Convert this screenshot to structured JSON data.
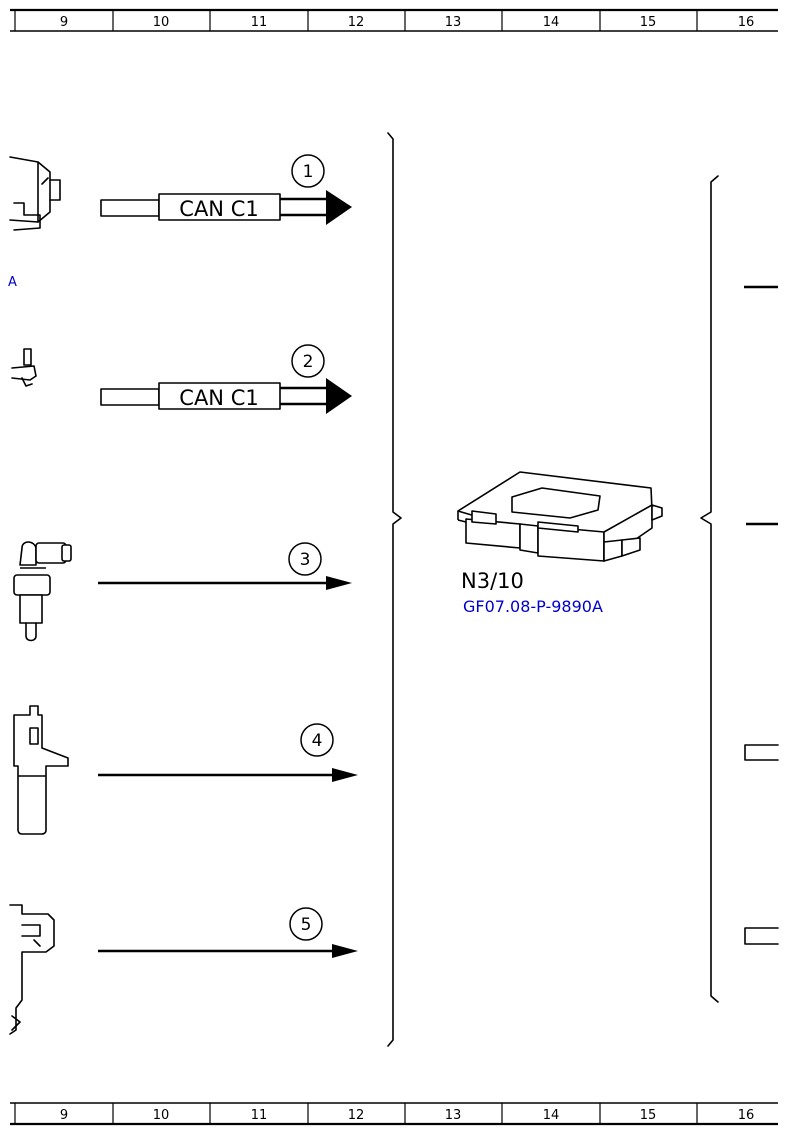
{
  "ruler": {
    "columns": [
      "9",
      "10",
      "11",
      "12",
      "13",
      "14",
      "15",
      "16"
    ]
  },
  "signals": [
    {
      "number": "1",
      "label": "CAN C1",
      "kind": "bus"
    },
    {
      "number": "2",
      "label": "CAN C1",
      "kind": "bus"
    },
    {
      "number": "3",
      "label": "",
      "kind": "line"
    },
    {
      "number": "4",
      "label": "",
      "kind": "line"
    },
    {
      "number": "5",
      "label": "",
      "kind": "line"
    }
  ],
  "module": {
    "designation": "N3/10",
    "reference": "GF07.08-P-9890A"
  },
  "left_fragment": "A",
  "colors": {
    "line": "#000000",
    "reference_link": "#0000cc",
    "background": "#ffffff"
  }
}
